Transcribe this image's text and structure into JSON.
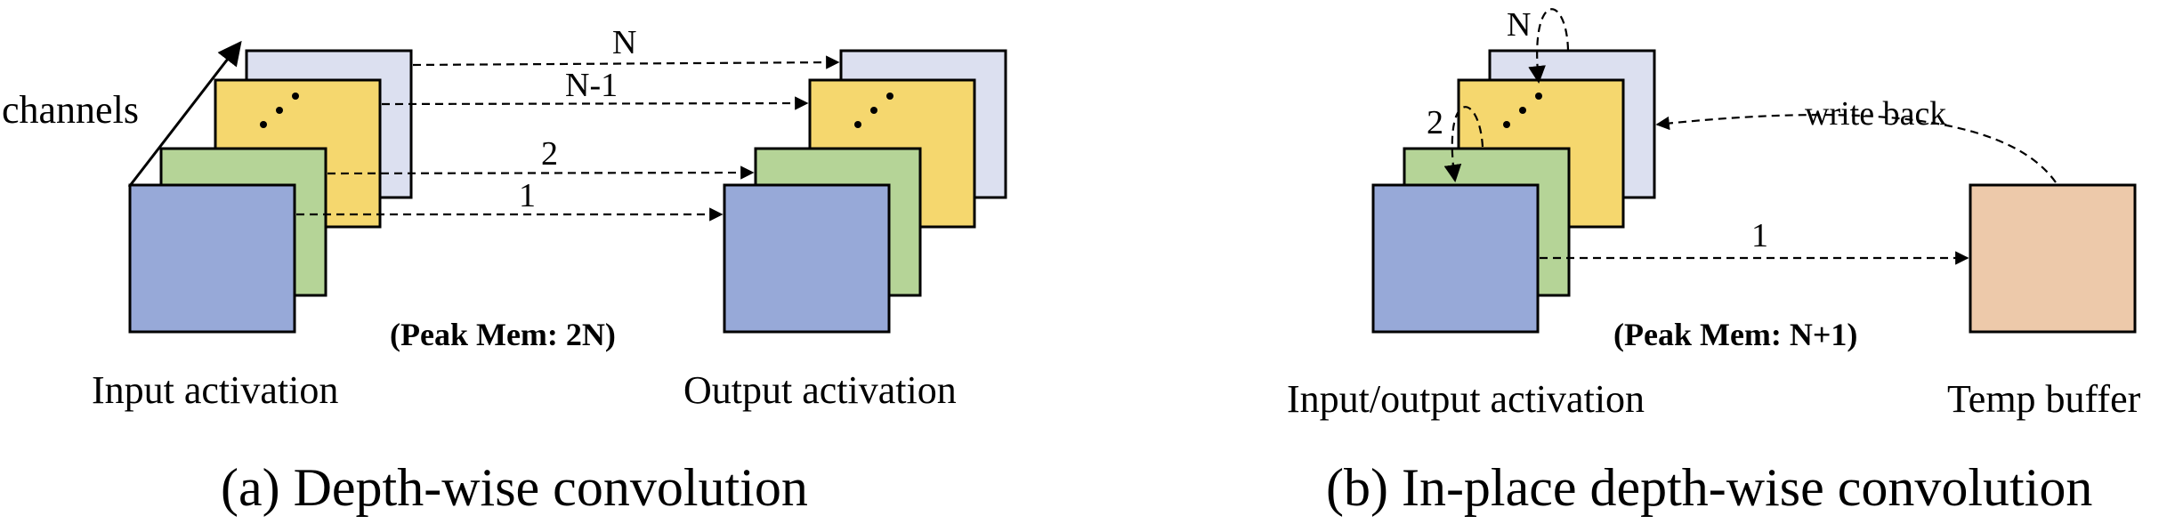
{
  "colors": {
    "lavender": "#DCE0F0",
    "yellow": "#F5D76E",
    "green": "#B5D497",
    "blue": "#97A9D8",
    "peach": "#EDC9AA"
  },
  "panel_a": {
    "channels_label": "channels",
    "arrow_labels": [
      "N",
      "N-1",
      "2",
      "1"
    ],
    "peak_mem": "(Peak Mem: 2N)",
    "input_label": "Input activation",
    "output_label": "Output activation",
    "caption": "(a) Depth-wise convolution"
  },
  "panel_b": {
    "loop_labels": [
      "N",
      "2"
    ],
    "write_back_label": "write back",
    "arrow_label": "1",
    "peak_mem": "(Peak Mem: N+1)",
    "io_label": "Input/output activation",
    "buffer_label": "Temp buffer",
    "caption": "(b) In-place depth-wise convolution"
  }
}
